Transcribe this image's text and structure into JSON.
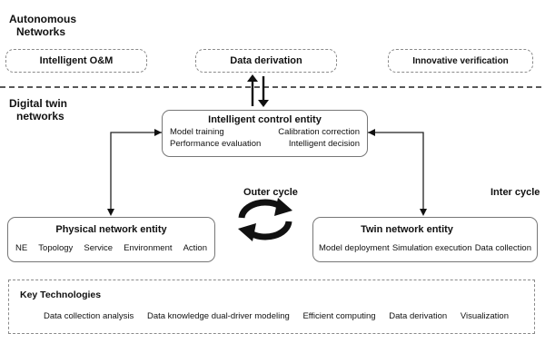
{
  "top_section": {
    "title_line1": "Autonomous",
    "title_line2": "Networks",
    "boxes": [
      "Intelligent O&M",
      "Data derivation",
      "Innovative verification"
    ]
  },
  "twin_section": {
    "title_line1": "Digital twin",
    "title_line2": "networks"
  },
  "control_entity": {
    "title": "Intelligent control entity",
    "items": [
      "Model training",
      "Calibration correction",
      "Performance evaluation",
      "Intelligent decision"
    ]
  },
  "outer_cycle_label": "Outer cycle",
  "inter_cycle_label": "Inter cycle",
  "physical_entity": {
    "title": "Physical network entity",
    "items": [
      "NE",
      "Topology",
      "Service",
      "Environment",
      "Action"
    ]
  },
  "twin_entity": {
    "title": "Twin network entity",
    "items": [
      "Model deployment",
      "Simulation execution",
      "Data collection"
    ]
  },
  "key_tech": {
    "title": "Key Technologies",
    "items": [
      "Data collection analysis",
      "Data knowledge dual-driver modeling",
      "Efficient computing",
      "Data derivation",
      "Visualization"
    ]
  }
}
